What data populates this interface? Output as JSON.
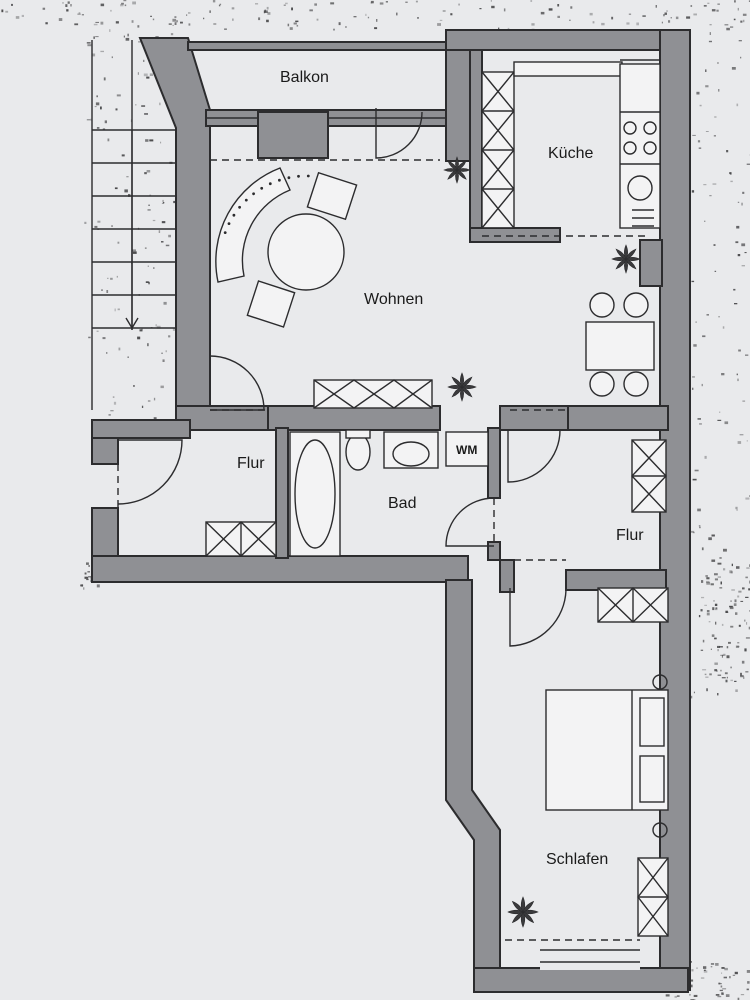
{
  "rooms": {
    "balkon": "Balkon",
    "kueche": "Küche",
    "wohnen": "Wohnen",
    "flur_left": "Flur",
    "bad": "Bad",
    "wm": "WM",
    "flur_right": "Flur",
    "schlafen": "Schlafen"
  },
  "colors": {
    "paper": "#e9eaec",
    "wall": "#8f9094",
    "ink": "#2c2c2e"
  }
}
